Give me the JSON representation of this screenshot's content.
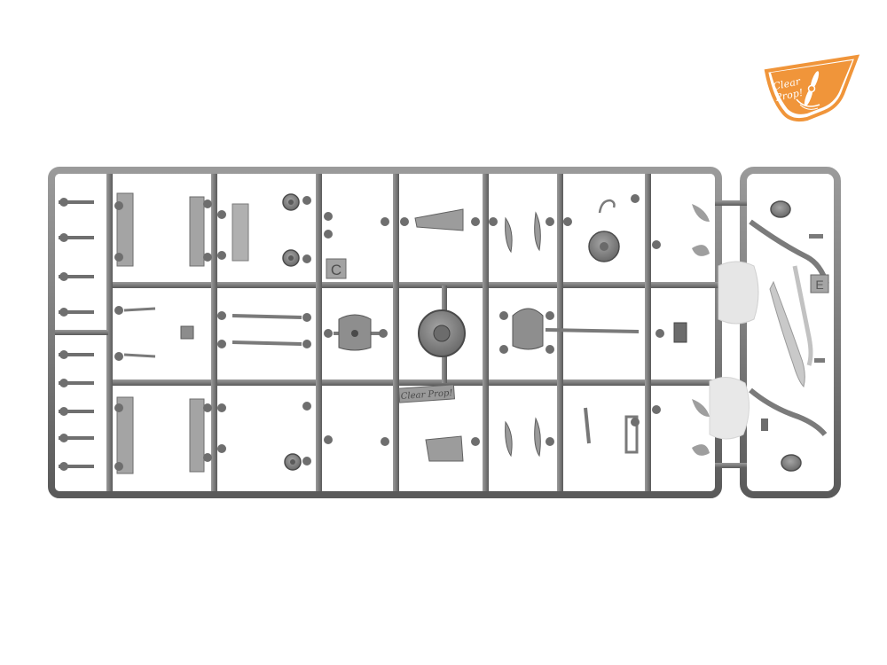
{
  "image": {
    "subject": "plastic model kit sprue",
    "background_color": "#ffffff",
    "plastic_color": "#8c8c8c",
    "plastic_dark": "#5e5e5e",
    "plastic_light": "#a8a8a8"
  },
  "logo": {
    "text_left": "Clear",
    "text_right": "Prop!",
    "color": "#f0953a",
    "icon": "propeller-icon"
  },
  "sprue": {
    "molded_letter_main": "C",
    "molded_letter_side": "E",
    "molded_script": "Clear Prop!"
  }
}
